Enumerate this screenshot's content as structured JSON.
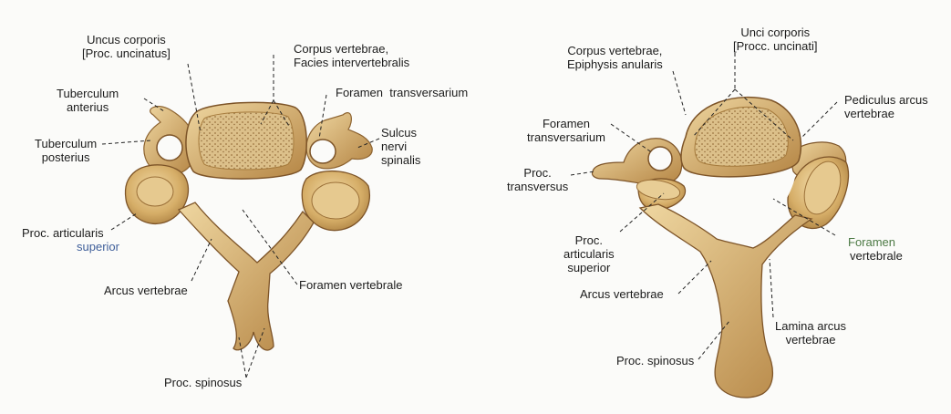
{
  "left": {
    "labels": {
      "uncus_corporis": "Uncus corporis\n[Proc. uncinatus]",
      "corpus_vertebrae": "Corpus vertebrae,\nFacies intervertebralis",
      "foramen_transversarium": "Foramen  transversarium",
      "tuberculum_anterius": "Tuberculum\nanterius",
      "sulcus_nervi_spinalis": "Sulcus\nnervi\nspinalis",
      "tuberculum_posterius": "Tuberculum\nposterius",
      "proc_articularis_superior_l1": "Proc. articularis",
      "proc_articularis_superior_l2": "superior",
      "foramen_vertebrale": "Foramen vertebrale",
      "arcus_vertebrae": "Arcus vertebrae",
      "proc_spinosus": "Proc. spinosus"
    }
  },
  "right": {
    "labels": {
      "unci_corporis": "Unci corporis\n[Procc. uncinati]",
      "corpus_vertebrae": "Corpus vertebrae,\nEpiphysis anularis",
      "pediculus_arcus_vertebrae": "Pediculus arcus\nvertebrae",
      "foramen_transversarium": "Foramen\ntransversarium",
      "proc_transversus": "Proc.\ntransversus",
      "proc_articularis_superior": "Proc.\narticularis\nsuperior",
      "foramen_vertebrale_l1": "Foramen",
      "foramen_vertebrale_l2": "vertebrale",
      "arcus_vertebrae": "Arcus vertebrae",
      "lamina_arcus_vertebrae": "Lamina arcus\nvertebrae",
      "proc_spinosus": "Proc. spinosus"
    }
  },
  "colors": {
    "bone": "#d9b46f",
    "bone_dark": "#9b6f33",
    "bone_light": "#ead39f",
    "body_fill": "#e0c48c",
    "text": "#1c1c1c",
    "blue_label": "#3f5f9a",
    "green_label": "#4d7a45"
  }
}
